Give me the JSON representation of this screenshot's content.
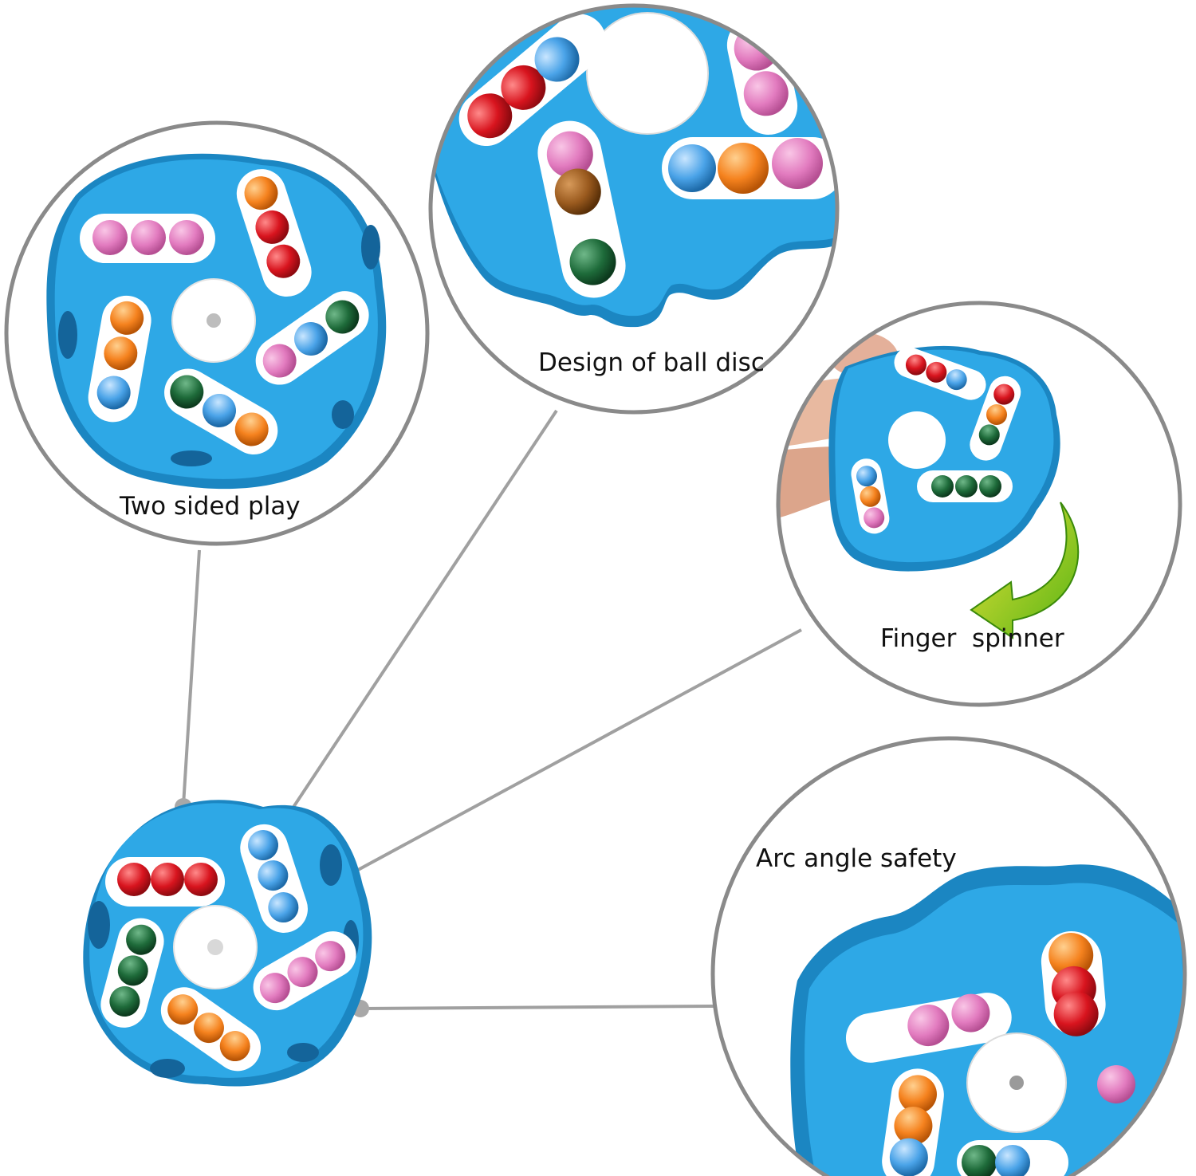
{
  "labels": {
    "two_sided": "Two sided play",
    "ball_disc": "Design of ball disc",
    "finger": "Finger  spinner",
    "arc": "Arc angle safety"
  },
  "colors": {
    "toy_blue": "#2ea8e6",
    "toy_blue_dark": "#1b86c2",
    "track_white": "#ffffff",
    "circle_border": "#8a8a8a",
    "connector": "#a0a0a0",
    "ball_pink": "#e27bbf",
    "ball_red": "#d8141e",
    "ball_orange": "#f5821e",
    "ball_blue": "#4aa3e8",
    "ball_green": "#1e6b3a",
    "arrow_green": "#6cc21a",
    "arrow_yellow": "#e8e23a"
  },
  "icons": {
    "arrow": "curved-arrow-icon"
  }
}
